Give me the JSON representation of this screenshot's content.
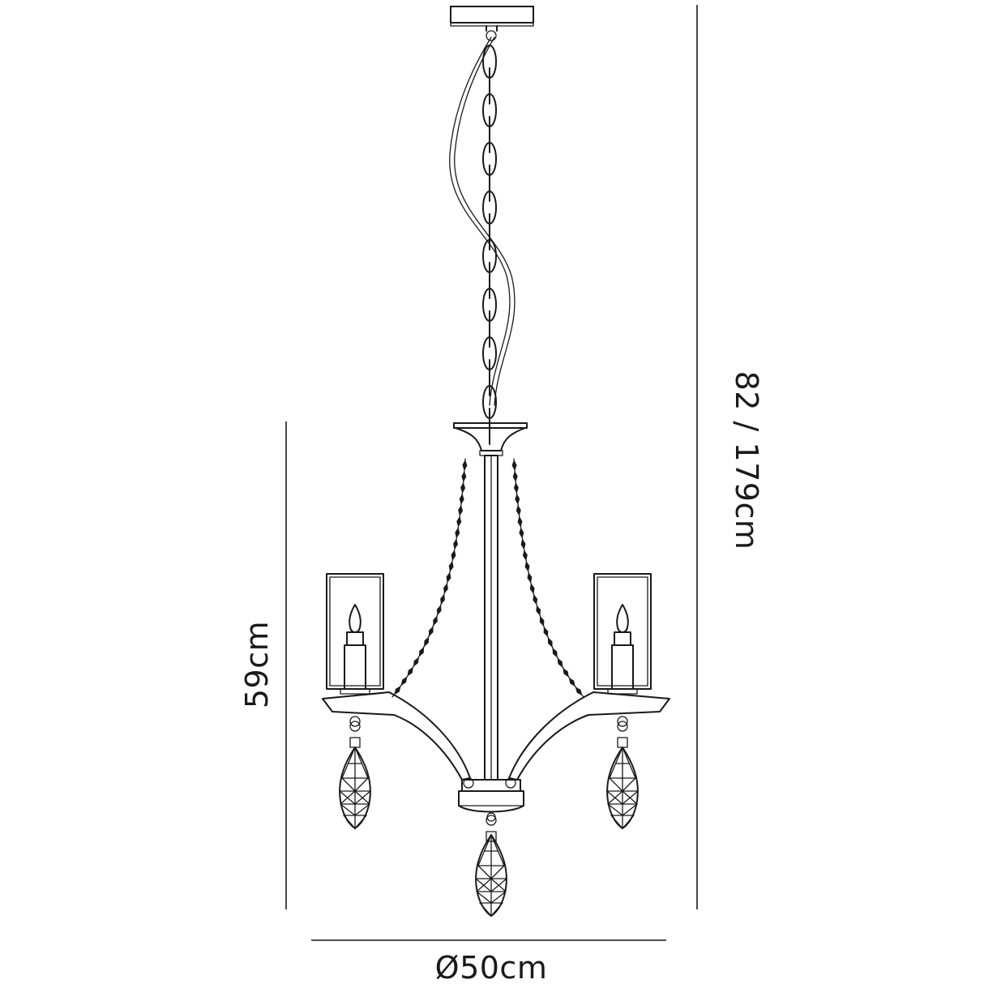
{
  "dimensions": {
    "overall_height": "82 / 179cm",
    "body_height": "59cm",
    "diameter": "Ø50cm"
  },
  "colors": {
    "line": "#1a1a1a",
    "background": "#ffffff"
  }
}
